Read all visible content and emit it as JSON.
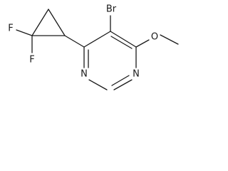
{
  "molecule": {
    "atoms": [
      {
        "id": "N1",
        "label": "N"
      },
      {
        "id": "N3",
        "label": "N"
      },
      {
        "id": "Br",
        "label": "Br"
      },
      {
        "id": "O",
        "label": "O"
      },
      {
        "id": "F1",
        "label": "F"
      },
      {
        "id": "F2",
        "label": "F"
      }
    ]
  }
}
